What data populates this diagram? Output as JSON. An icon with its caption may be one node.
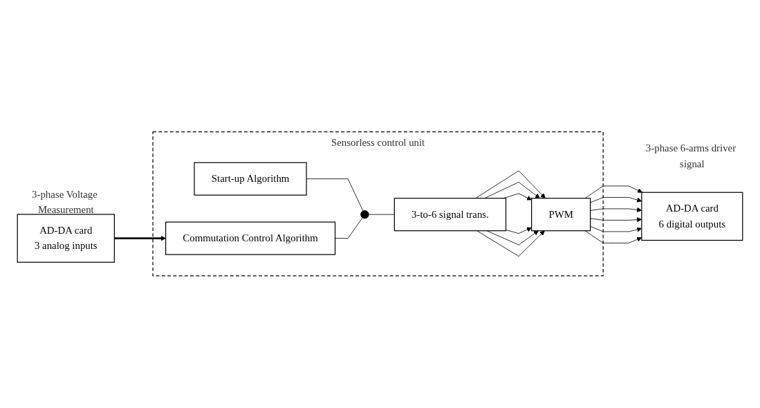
{
  "diagram": {
    "nodes": [
      {
        "text": [
          "Sensorless control unit"
        ]
      },
      {
        "text": [
          "Start-up Algorithm"
        ],
        "in": 0
      },
      {
        "text": [
          "Commutation Control Algorithm"
        ],
        "in": 0
      },
      {
        "text": [],
        "shape": "switch",
        "in": 0
      },
      {
        "text": [
          "3-to-6 signal trans."
        ],
        "in": 0
      },
      {
        "text": [
          "PWM"
        ],
        "in": 0
      },
      {
        "text": [
          "AD-DA card",
          "3 analog inputs"
        ],
        "beside": [
          "3-phase Voltage Measurement"
        ]
      },
      {
        "text": [
          "AD-DA card",
          "6 digital outputs"
        ],
        "beside": [
          "3-phase 6-arms driver signal"
        ]
      }
    ],
    "edges": [
      {
        "from": 6,
        "to": 2,
        "arrow": "to",
        "style": "thick"
      },
      {
        "from": 1,
        "to": 3,
        "arrow": "none"
      },
      {
        "from": 2,
        "to": 3,
        "arrow": "none"
      },
      {
        "from": 3,
        "to": 4,
        "arrow": "none"
      },
      {
        "from": 4,
        "to": 5,
        "arrow": "to"
      },
      {
        "from": 4,
        "to": 5,
        "arrow": "to"
      },
      {
        "from": 4,
        "to": 5,
        "arrow": "to"
      },
      {
        "from": 4,
        "to": 5,
        "arrow": "to"
      },
      {
        "from": 4,
        "to": 5,
        "arrow": "to"
      },
      {
        "from": 4,
        "to": 5,
        "arrow": "to"
      },
      {
        "from": 5,
        "to": 7,
        "arrow": "to"
      },
      {
        "from": 5,
        "to": 7,
        "arrow": "to"
      },
      {
        "from": 5,
        "to": 7,
        "arrow": "to"
      },
      {
        "from": 5,
        "to": 7,
        "arrow": "to"
      },
      {
        "from": 5,
        "to": 7,
        "arrow": "to"
      },
      {
        "from": 5,
        "to": 7,
        "arrow": "to"
      }
    ]
  }
}
